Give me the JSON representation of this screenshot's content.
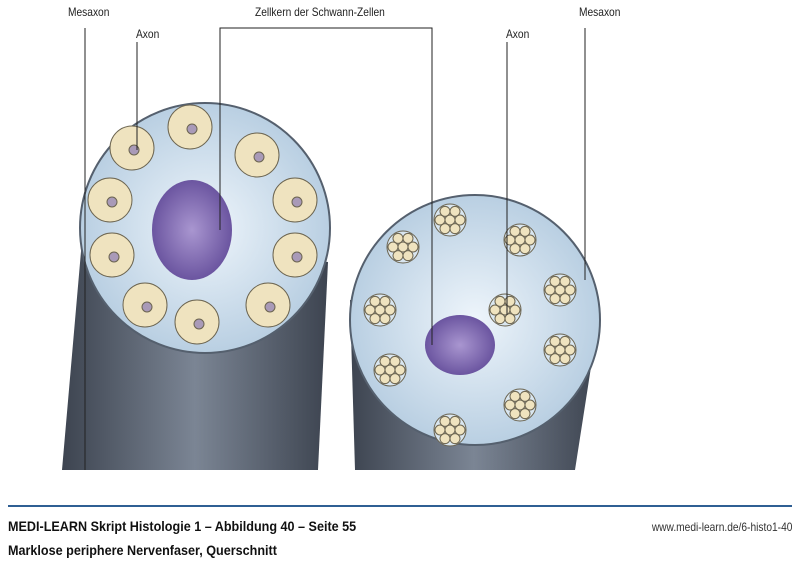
{
  "labels": {
    "mesaxon_left": "Mesaxon",
    "axon_left": "Axon",
    "nucleus": "Zellkern der Schwann-Zellen",
    "axon_right": "Axon",
    "mesaxon_right": "Mesaxon"
  },
  "footer": {
    "title": "MEDI-LEARN Skript Histologie 1 – Abbildung 40 – Seite 55",
    "subtitle": "Marklose periphere Nervenfaser, Querschnitt",
    "url": "www.medi-learn.de/6-histo1-40"
  },
  "colors": {
    "sheath": "#cfe0ee",
    "cylinder": "#4f5866",
    "axon": "#efe3bf",
    "nucleus": "#8a72b8",
    "accent": "#2f5f93"
  }
}
